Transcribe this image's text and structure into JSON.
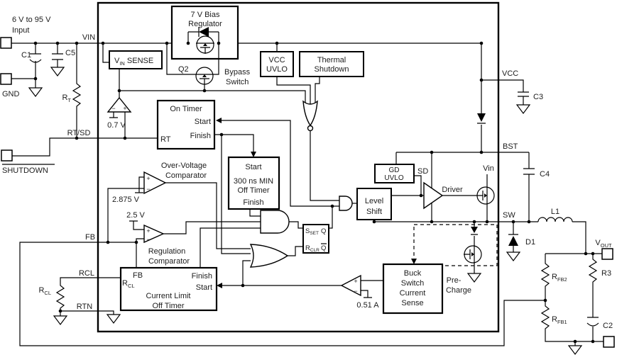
{
  "io": {
    "input_range": "6 V to 95 V",
    "input": "Input",
    "gnd": "GND",
    "shutdown": "SHUTDOWN",
    "vout": {
      "base": "V",
      "sub": "OUT"
    }
  },
  "pins": {
    "vin": "VIN",
    "rt_sd": "RT/SD",
    "fb": "FB",
    "rcl": "RCL",
    "rtn": "RTN",
    "vcc": "VCC",
    "bst": "BST",
    "sw": "SW"
  },
  "passives": {
    "c1": "C1",
    "c5": "C5",
    "c2": "C2",
    "c3": "C3",
    "c4": "C4",
    "l1": "L1",
    "d1": "D1",
    "r3": "R3",
    "rt": {
      "base": "R",
      "sub": "T"
    },
    "rcl": {
      "base": "R",
      "sub": "CL"
    },
    "rfb2": {
      "base": "R",
      "sub": "FB2"
    },
    "rfb1": {
      "base": "R",
      "sub": "FB1"
    }
  },
  "blocks": {
    "bias": {
      "l1": "7 V Bias",
      "l2": "Regulator"
    },
    "vin_sense": {
      "base": "V",
      "sub": "IN",
      "rest": " SENSE"
    },
    "q2": {
      "ref": "Q2",
      "l1": "Bypass",
      "l2": "Switch"
    },
    "vcc_uvlo": {
      "l1": "VCC",
      "l2": "UVLO"
    },
    "thermal": {
      "l1": "Thermal",
      "l2": "Shutdown"
    },
    "on_timer": {
      "title": "On Timer",
      "start": "Start",
      "finish": "Finish",
      "rt": "RT"
    },
    "off_timer": {
      "start": "Start",
      "l1": "300 ns MIN",
      "l2": "Off Timer",
      "finish": "Finish"
    },
    "latch": {
      "s": "S",
      "s_sub": "SET",
      "q": "Q",
      "r": "R",
      "r_sub": "CLR",
      "qbar": "Q"
    },
    "level_shift": {
      "l1": "Level",
      "l2": "Shift"
    },
    "gd_uvlo": {
      "l1": "GD",
      "l2": "UVLO",
      "sd": "SD"
    },
    "driver": {
      "label": "Driver",
      "vin": "Vin"
    },
    "cl_timer": {
      "fb": "FB",
      "rcl_base": "R",
      "rcl_sub": "CL",
      "finish": "Finish",
      "start": "Start",
      "l1": "Current Limit",
      "l2": "Off Timer"
    },
    "sense": {
      "l1": "Buck",
      "l2": "Switch",
      "l3": "Current",
      "l4": "Sense"
    },
    "precharge": {
      "l1": "Pre-",
      "l2": "Charge"
    }
  },
  "comparators": {
    "ov1": "Over-Voltage",
    "ov2": "Comparator",
    "reg1": "Regulation",
    "reg2": "Comparator",
    "plus": "+",
    "minus": "−"
  },
  "refs": {
    "v07": "0.7 V",
    "v2875": "2.875 V",
    "v25": "2.5 V",
    "i051": "0.51 A"
  },
  "colors": {
    "line": "#000000",
    "background": "#ffffff"
  }
}
